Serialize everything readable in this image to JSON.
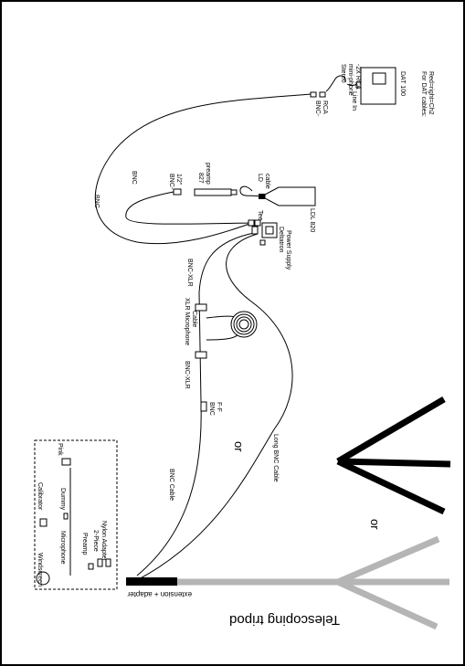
{
  "labels": {
    "stereo": "Stereo",
    "mini_phone": "mini-phone",
    "two_x_rca": "-2X RCA",
    "dat": "DAT 100",
    "line_in": "Line In",
    "dat_cables_1": "For DAT cables:",
    "dat_cables_2": "Red=right=Ch2",
    "bnc_rca_1": "BNC-",
    "bnc_rca_2": "RCA",
    "bnc_top": "BNC",
    "bnc_half_1": "BNC-",
    "bnc_half_2": "1/2\"",
    "preamp_827_1": "827",
    "preamp_827_2": "preamp",
    "ld_cable_1": "LD",
    "ld_cable_2": "cable",
    "ldl": "LDL 820",
    "bnc_left": "BNC",
    "tee": "Tee",
    "deltatron_1": "Deltatron",
    "deltatron_2": "Power Supply",
    "bnc_xlr_top": "BNC-XLR",
    "xlr_mic_1": "XLR Microphone",
    "xlr_mic_2": "Cable",
    "bnc_xlr_bottom": "BNC-XLR",
    "bnc_ff_1": "BNC",
    "bnc_ff_2": "F-F",
    "or_1": "or",
    "or_2": "or",
    "bnc_cable": "BNC Cable",
    "long_bnc": "Long BNC Cable",
    "windscreen": "Windscreen",
    "calibrator": "Calibrator",
    "microphone": "Microphone",
    "dummy": "Dummy",
    "pink": "Pink",
    "preamp": "Preamp",
    "two_piece": "2-Piece",
    "nylon": "Nylon Adapter",
    "extension": "extension + adapter",
    "telescoping": "Telescoping tripod"
  }
}
